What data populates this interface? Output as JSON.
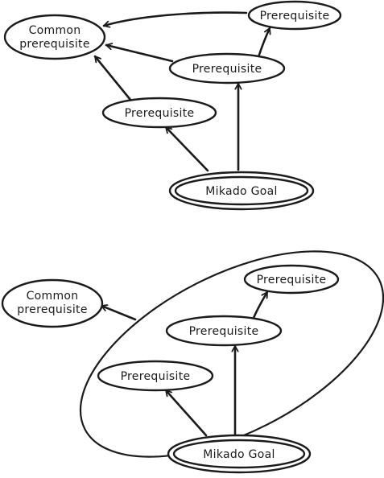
{
  "diagram_top": {
    "common_line1": "Common",
    "common_line2": "prerequisite",
    "prereq_top_right": "Prerequisite",
    "prereq_middle_right": "Prerequisite",
    "prereq_left": "Prerequisite",
    "goal": "Mikado Goal"
  },
  "diagram_bottom": {
    "common_line1": "Common",
    "common_line2": "prerequisite",
    "prereq_top_right": "Prerequisite",
    "prereq_middle_right": "Prerequisite",
    "prereq_left": "Prerequisite",
    "goal": "Mikado Goal"
  }
}
